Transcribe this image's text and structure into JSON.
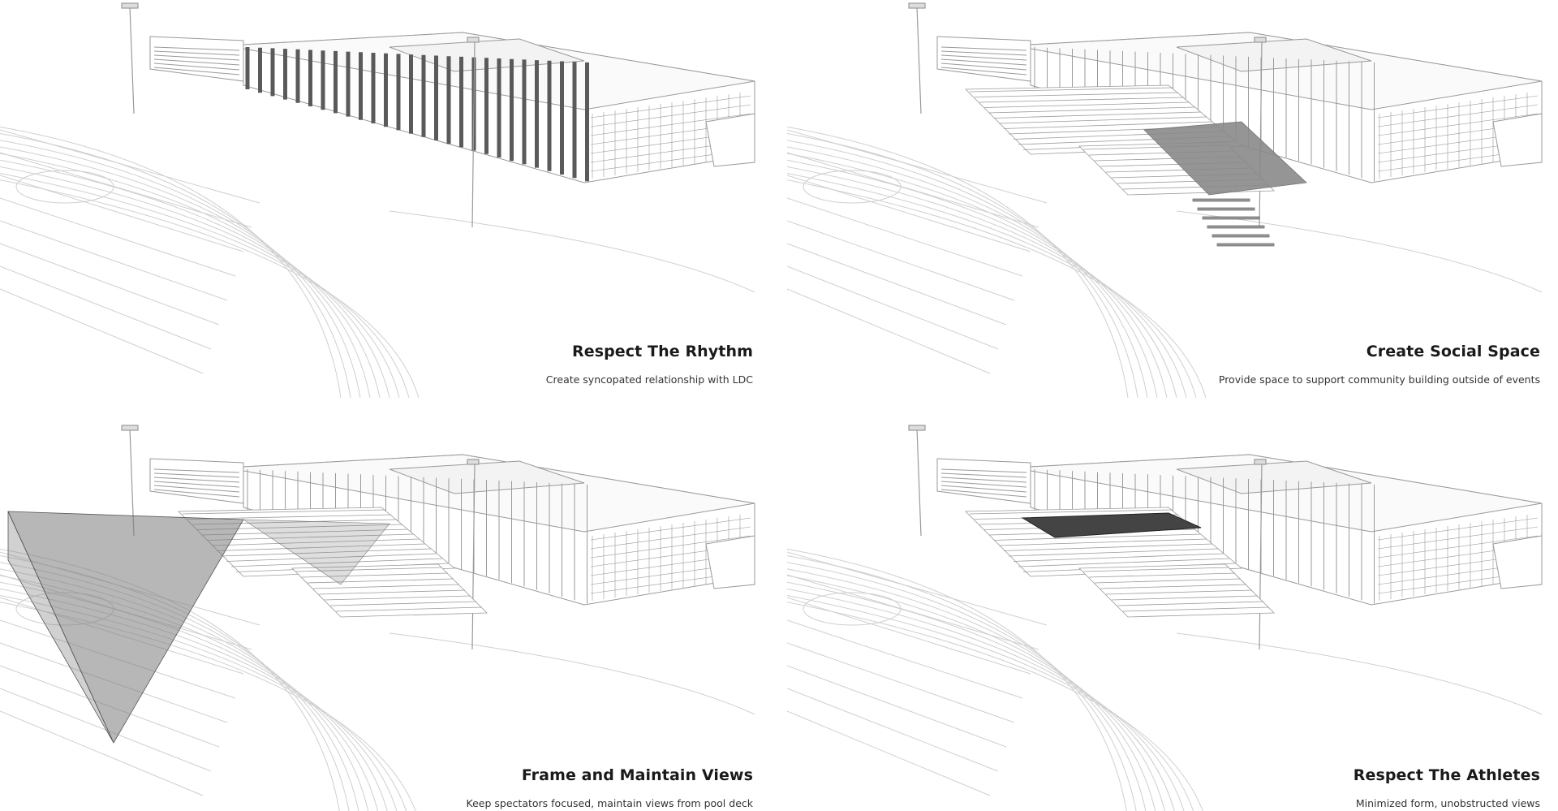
{
  "panels": [
    {
      "title": "Respect The Rhythm",
      "subtitle": "Create syncopated relationship with LDC",
      "highlight": "facade-fins"
    },
    {
      "title": "Create Social Space",
      "subtitle": "Provide space to support community building outside of events",
      "highlight": "stands-plaza"
    },
    {
      "title": "Frame and Maintain Views",
      "subtitle": "Keep spectators focused, maintain views from pool deck",
      "highlight": "view-cone"
    },
    {
      "title": "Respect The Athletes",
      "subtitle": "Minimized form, unobstructed views",
      "highlight": "canopy-roof"
    }
  ],
  "colors": {
    "line": "#9a9a9a",
    "line_light": "#cfcfcf",
    "highlight_dark": "#5a5a5a",
    "highlight_mid": "#8a8a8a",
    "cone_fill": "#7c7c7c"
  }
}
